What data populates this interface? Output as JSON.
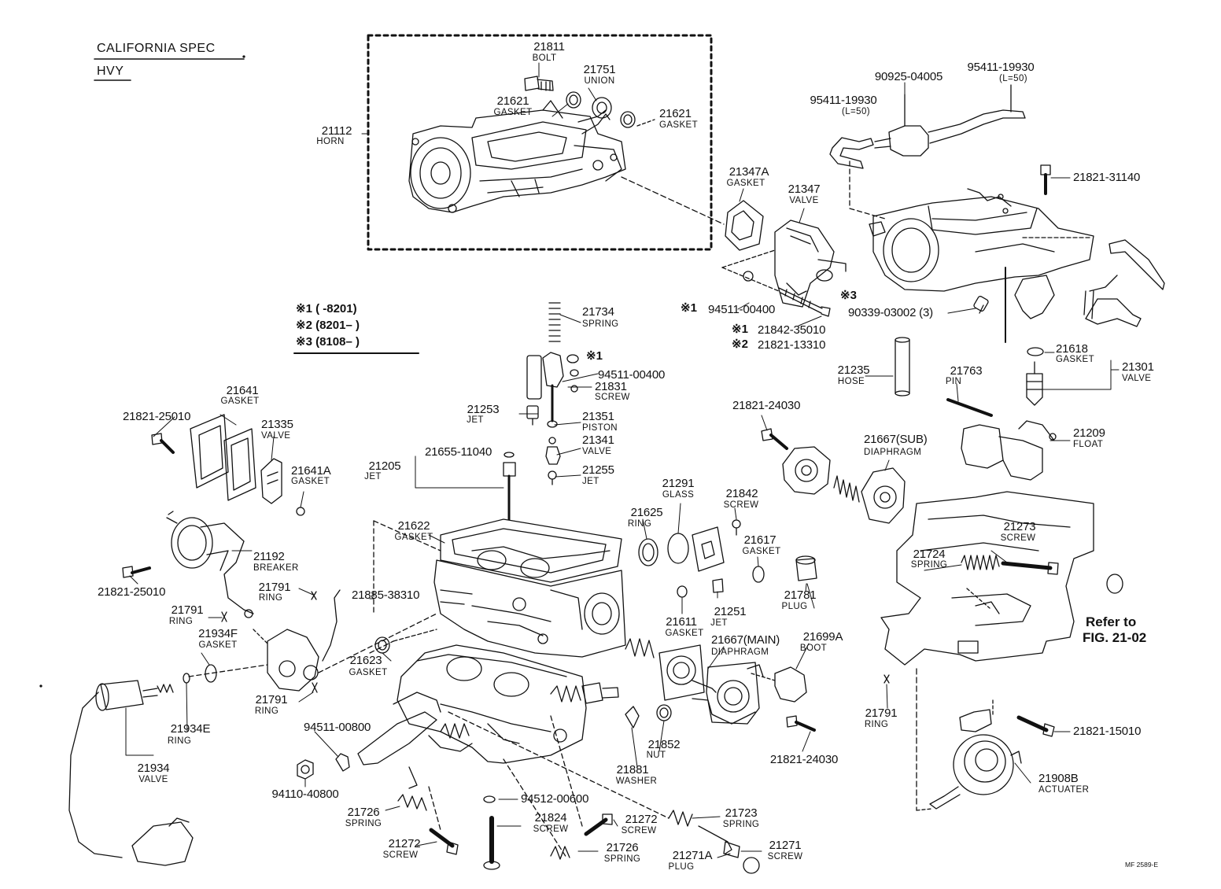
{
  "header": {
    "spec": "CALIFORNIA SPEC",
    "model": "HVY"
  },
  "notes": {
    "n1": "※1 (        -8201)",
    "n2": "※2 (8201–         )",
    "n3": "※3 (8108–         )"
  },
  "drawing_code": "MF 2589-E",
  "reference": {
    "line1": "Refer to",
    "line2": "FIG. 21-02"
  },
  "markers": {
    "m1a": "※1",
    "m1b": "※1",
    "m3": "※3",
    "m1c": "※1",
    "m2c": "※2"
  },
  "parts": [
    {
      "id": "p01",
      "no": "21811",
      "name": "BOLT"
    },
    {
      "id": "p02",
      "no": "21751",
      "name": "UNION"
    },
    {
      "id": "p03",
      "no": "21621",
      "name": "GASKET"
    },
    {
      "id": "p04",
      "no": "21621",
      "name": "GASKET"
    },
    {
      "id": "p05",
      "no": "21112",
      "name": "HORN"
    },
    {
      "id": "p06",
      "no": "90925-04005",
      "name": ""
    },
    {
      "id": "p07",
      "no": "95411-19930",
      "name": "(L=50)"
    },
    {
      "id": "p08",
      "no": "95411-19930",
      "name": "(L=50)"
    },
    {
      "id": "p09",
      "no": "21821-31140",
      "name": ""
    },
    {
      "id": "p10",
      "no": "21347A",
      "name": "GASKET"
    },
    {
      "id": "p11",
      "no": "21347",
      "name": "VALVE"
    },
    {
      "id": "p12",
      "no": "94511-00400",
      "name": ""
    },
    {
      "id": "p13",
      "no": "90339-03002 (3)",
      "name": ""
    },
    {
      "id": "p14",
      "no": "21842-35010",
      "name": ""
    },
    {
      "id": "p15",
      "no": "21821-13310",
      "name": ""
    },
    {
      "id": "p16",
      "no": "21734",
      "name": "SPRING"
    },
    {
      "id": "p17",
      "no": "94511-00400",
      "name": ""
    },
    {
      "id": "p18",
      "no": "21831",
      "name": "SCREW"
    },
    {
      "id": "p19",
      "no": "21253",
      "name": "JET"
    },
    {
      "id": "p20",
      "no": "21351",
      "name": "PISTON"
    },
    {
      "id": "p21",
      "no": "21341",
      "name": "VALVE"
    },
    {
      "id": "p22",
      "no": "21255",
      "name": "JET"
    },
    {
      "id": "p23",
      "no": "21655-11040",
      "name": ""
    },
    {
      "id": "p24",
      "no": "21205",
      "name": "JET"
    },
    {
      "id": "p25",
      "no": "21618",
      "name": "GASKET"
    },
    {
      "id": "p26",
      "no": "21301",
      "name": "VALVE"
    },
    {
      "id": "p27",
      "no": "21235",
      "name": "HOSE"
    },
    {
      "id": "p28",
      "no": "21763",
      "name": "PIN"
    },
    {
      "id": "p29",
      "no": "21641",
      "name": "GASKET"
    },
    {
      "id": "p30",
      "no": "21821-25010",
      "name": ""
    },
    {
      "id": "p31",
      "no": "21335",
      "name": "VALVE"
    },
    {
      "id": "p32",
      "no": "21641A",
      "name": "GASKET"
    },
    {
      "id": "p33",
      "no": "21821-24030",
      "name": ""
    },
    {
      "id": "p34",
      "no": "21667(SUB)",
      "name": "DIAPHRAGM"
    },
    {
      "id": "p35",
      "no": "21209",
      "name": "FLOAT"
    },
    {
      "id": "p36",
      "no": "21291",
      "name": "GLASS"
    },
    {
      "id": "p37",
      "no": "21842",
      "name": "SCREW"
    },
    {
      "id": "p38",
      "no": "21625",
      "name": "RING"
    },
    {
      "id": "p39",
      "no": "21617",
      "name": "GASKET"
    },
    {
      "id": "p40",
      "no": "21622",
      "name": "GASKET"
    },
    {
      "id": "p41",
      "no": "21192",
      "name": "BREAKER"
    },
    {
      "id": "p42",
      "no": "21821-25010",
      "name": ""
    },
    {
      "id": "p43",
      "no": "21791",
      "name": "RING"
    },
    {
      "id": "p44",
      "no": "21885-38310",
      "name": ""
    },
    {
      "id": "p45",
      "no": "21791",
      "name": "RING"
    },
    {
      "id": "p46",
      "no": "21934F",
      "name": "GASKET"
    },
    {
      "id": "p47",
      "no": "21273",
      "name": "SCREW"
    },
    {
      "id": "p48",
      "no": "21724",
      "name": "SPRING"
    },
    {
      "id": "p49",
      "no": "21781",
      "name": "PLUG"
    },
    {
      "id": "p50",
      "no": "21611",
      "name": "GASKET"
    },
    {
      "id": "p51",
      "no": "21251",
      "name": "JET"
    },
    {
      "id": "p52",
      "no": "21667(MAIN)",
      "name": "DIAPHRAGM"
    },
    {
      "id": "p53",
      "no": "21699A",
      "name": "BOOT"
    },
    {
      "id": "p54",
      "no": "21623",
      "name": "GASKET"
    },
    {
      "id": "p55",
      "no": "21791",
      "name": "RING"
    },
    {
      "id": "p56",
      "no": "21934E",
      "name": "RING"
    },
    {
      "id": "p57",
      "no": "94511-00800",
      "name": ""
    },
    {
      "id": "p58",
      "no": "21934",
      "name": "VALVE"
    },
    {
      "id": "p59",
      "no": "21852",
      "name": "NUT"
    },
    {
      "id": "p60",
      "no": "21881",
      "name": "WASHER"
    },
    {
      "id": "p61",
      "no": "21821-24030",
      "name": ""
    },
    {
      "id": "p62",
      "no": "21791",
      "name": "RING"
    },
    {
      "id": "p63",
      "no": "21821-15010",
      "name": ""
    },
    {
      "id": "p64",
      "no": "21908B",
      "name": "ACTUATER"
    },
    {
      "id": "p65",
      "no": "94110-40800",
      "name": ""
    },
    {
      "id": "p66",
      "no": "94512-00600",
      "name": ""
    },
    {
      "id": "p67",
      "no": "21726",
      "name": "SPRING"
    },
    {
      "id": "p68",
      "no": "21824",
      "name": "SCREW"
    },
    {
      "id": "p69",
      "no": "21272",
      "name": "SCREW"
    },
    {
      "id": "p70",
      "no": "21723",
      "name": "SPRING"
    },
    {
      "id": "p71",
      "no": "21272",
      "name": "SCREW"
    },
    {
      "id": "p72",
      "no": "21726",
      "name": "SPRING"
    },
    {
      "id": "p73",
      "no": "21271A",
      "name": "PLUG"
    },
    {
      "id": "p74",
      "no": "21271",
      "name": "SCREW"
    }
  ]
}
